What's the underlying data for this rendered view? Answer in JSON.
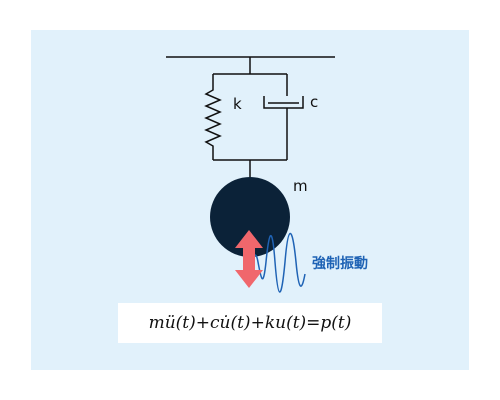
{
  "labels": {
    "spring": "k",
    "damper": "c",
    "mass": "m",
    "forced_vibration": "強制振動"
  },
  "equation": "mü(t)+cu̇(t)+ku(t)=p(t)",
  "colors": {
    "panel_background": "#e1f1fb",
    "line": "#111111",
    "mass_fill": "#0b2238",
    "arrow": "#f0676c",
    "wave": "#1f63b5",
    "label_accent": "#1f63b5"
  }
}
